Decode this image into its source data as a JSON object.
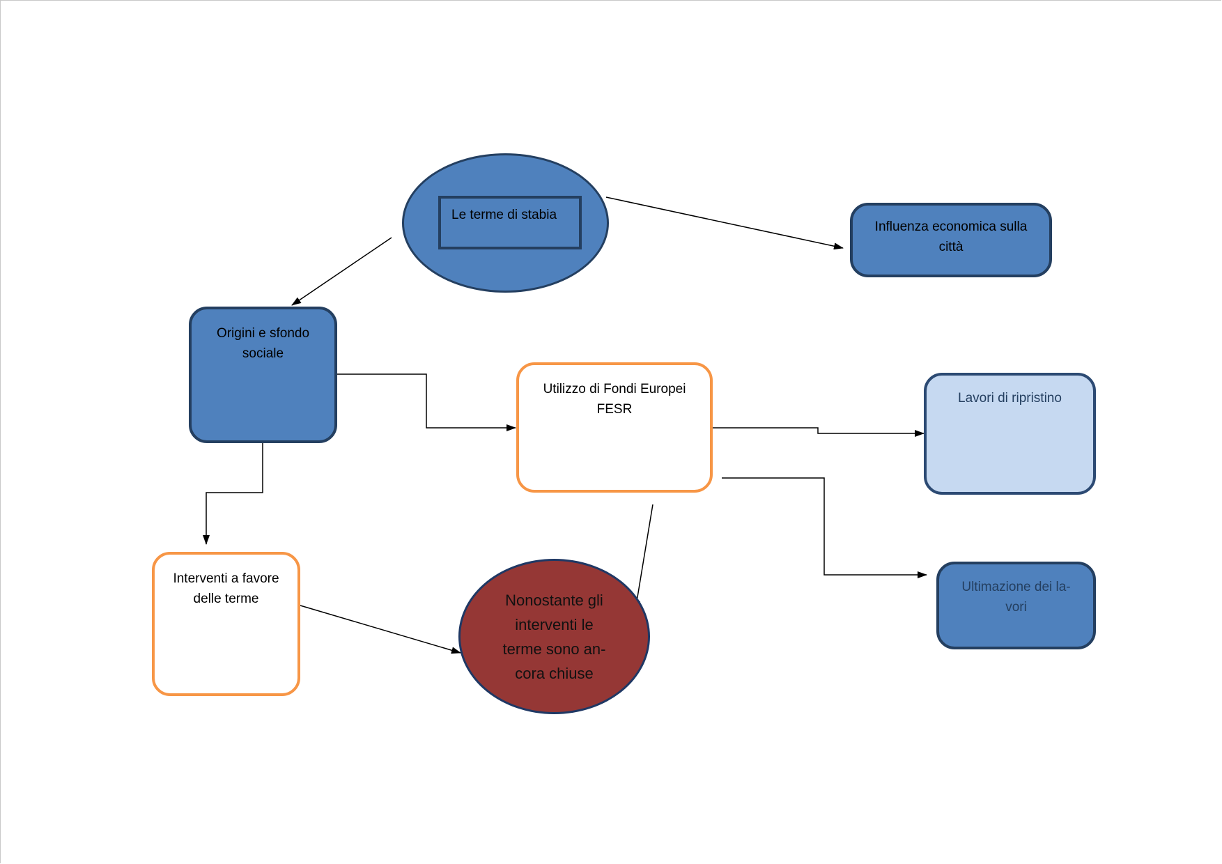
{
  "diagram": {
    "nodes": {
      "root": {
        "label": "Le terme di stabia"
      },
      "economic": {
        "label": "Influenza economica sulla città"
      },
      "origins": {
        "label": "Origini e sfondo sociale"
      },
      "funds": {
        "label": "Utilizzo di Fondi Europei FESR"
      },
      "restoration": {
        "label": "Lavori di ripristino"
      },
      "completion": {
        "label": "Ultimazione dei la-vori"
      },
      "interventions": {
        "label": "Interventi a favore delle terme"
      },
      "closed": {
        "label": "Nonostante gli interventi le terme sono an-cora chiuse"
      }
    },
    "edges": [
      {
        "from": "root",
        "to": "economic"
      },
      {
        "from": "root",
        "to": "origins"
      },
      {
        "from": "origins",
        "to": "funds"
      },
      {
        "from": "origins",
        "to": "interventions"
      },
      {
        "from": "funds",
        "to": "restoration"
      },
      {
        "from": "funds",
        "to": "completion"
      },
      {
        "from": "funds",
        "to": "closed"
      },
      {
        "from": "interventions",
        "to": "closed"
      }
    ],
    "colors": {
      "dark_blue_fill": "#4f81bd",
      "dark_blue_border": "#243f60",
      "light_blue_fill": "#c6d9f1",
      "orange_border": "#f79646",
      "red_fill": "#953735"
    }
  }
}
